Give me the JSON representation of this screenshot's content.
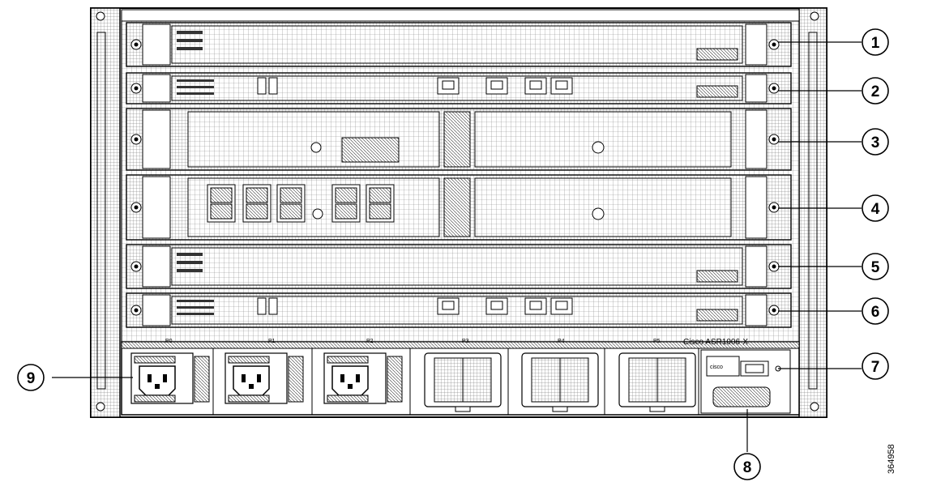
{
  "chassis": {
    "model_label": "Cisco ASR1006-X",
    "power_slot_labels": [
      "P0",
      "P1",
      "P2",
      "P3",
      "P4",
      "P5"
    ],
    "cisco_logo_text": "cisco"
  },
  "callouts": [
    "1",
    "2",
    "3",
    "4",
    "5",
    "6",
    "7",
    "8",
    "9"
  ],
  "figure_id": "364958",
  "colors": {
    "line": "#000000",
    "background": "#ffffff",
    "grid": "#555555"
  }
}
